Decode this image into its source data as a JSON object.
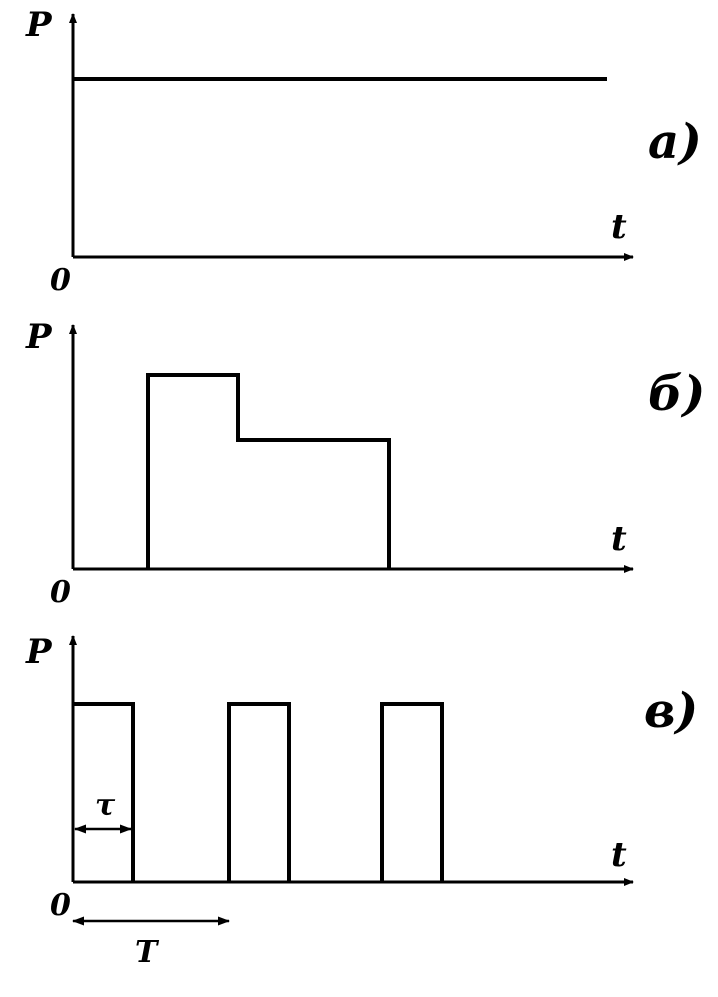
{
  "panels": [
    {
      "id": "a",
      "label": "а)",
      "y_axis": "P",
      "x_axis": "t",
      "origin": "0"
    },
    {
      "id": "b",
      "label": "б)",
      "y_axis": "P",
      "x_axis": "t",
      "origin": "0"
    },
    {
      "id": "c",
      "label": "в)",
      "y_axis": "P",
      "x_axis": "t",
      "origin": "0",
      "pulse_width_label": "τ",
      "period_label": "T"
    }
  ]
}
